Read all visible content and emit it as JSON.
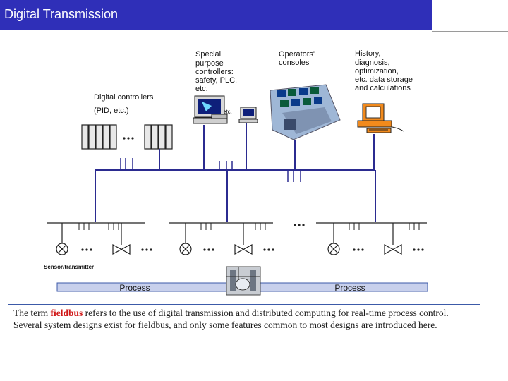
{
  "header": {
    "title": "Digital Transmission"
  },
  "labels": {
    "special": [
      "Special",
      "purpose",
      "controllers:",
      "safety, PLC,",
      "etc."
    ],
    "operators": [
      "Operators'",
      "consoles"
    ],
    "history": [
      "History,",
      "diagnosis,",
      "optimization,",
      "etc. data storage",
      "and calculations"
    ],
    "digital": "Digital controllers",
    "pid": "(PID, etc.)",
    "etc_small": "etc.",
    "sensor": "Sensor/transmitter",
    "process_left": "Process",
    "process_right": "Process"
  },
  "caption": {
    "before": "The term ",
    "term": "fieldbus",
    "after": " refers to the use of digital transmission and distributed computing for real-time process control.  Several system designs exist for fieldbus, and only some features common to most designs are introduced here."
  },
  "colors": {
    "title_bg": "#2f2fb8",
    "bus": "#2b2b90",
    "process_bar": "#c8d0ec",
    "caption_border": "#3c5aa8",
    "term": "#d01818"
  }
}
